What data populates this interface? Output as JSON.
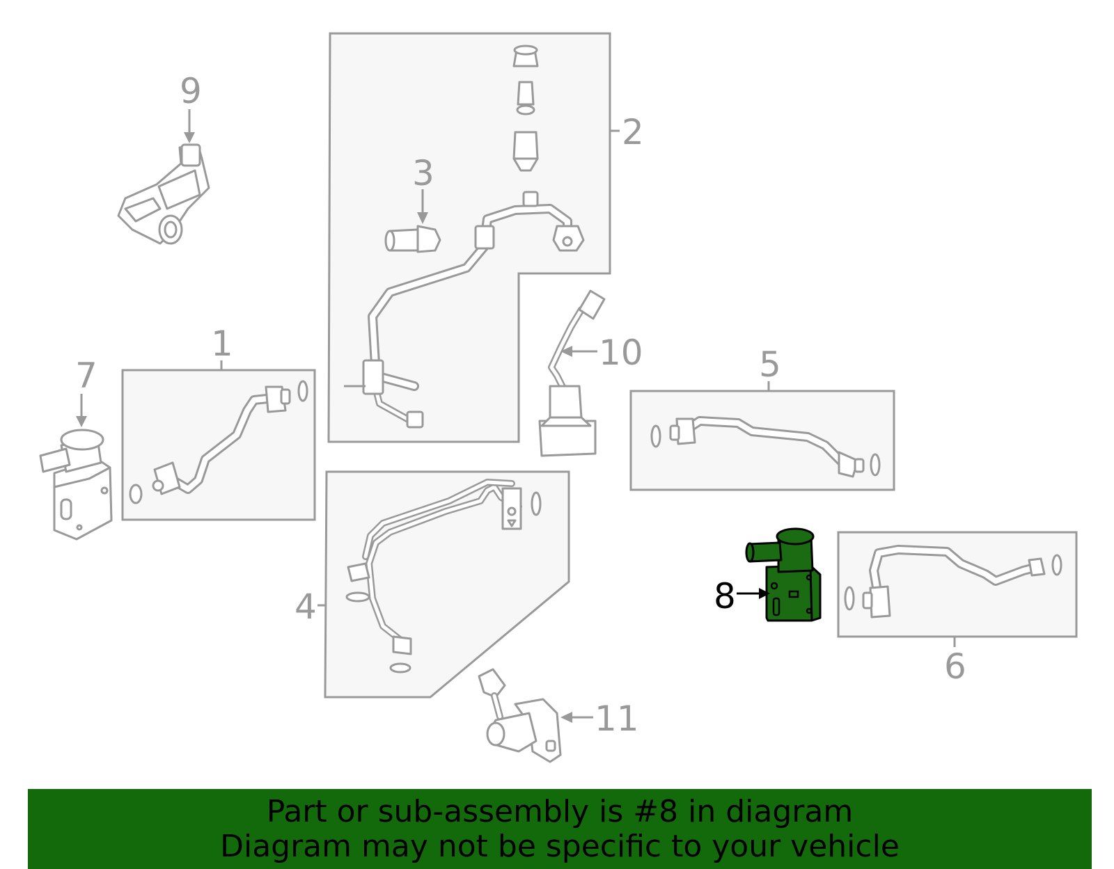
{
  "callouts": {
    "c1": "1",
    "c2": "2",
    "c3": "3",
    "c4": "4",
    "c5": "5",
    "c6": "6",
    "c7": "7",
    "c8": "8",
    "c9": "9",
    "c10": "10",
    "c11": "11"
  },
  "highlight": {
    "part_number": "8",
    "color": "#1b6b12"
  },
  "banner": {
    "line1": "Part or sub-assembly is #8 in diagram",
    "line2": "Diagram may not be specific to your vehicle",
    "background": "#136a0a"
  }
}
